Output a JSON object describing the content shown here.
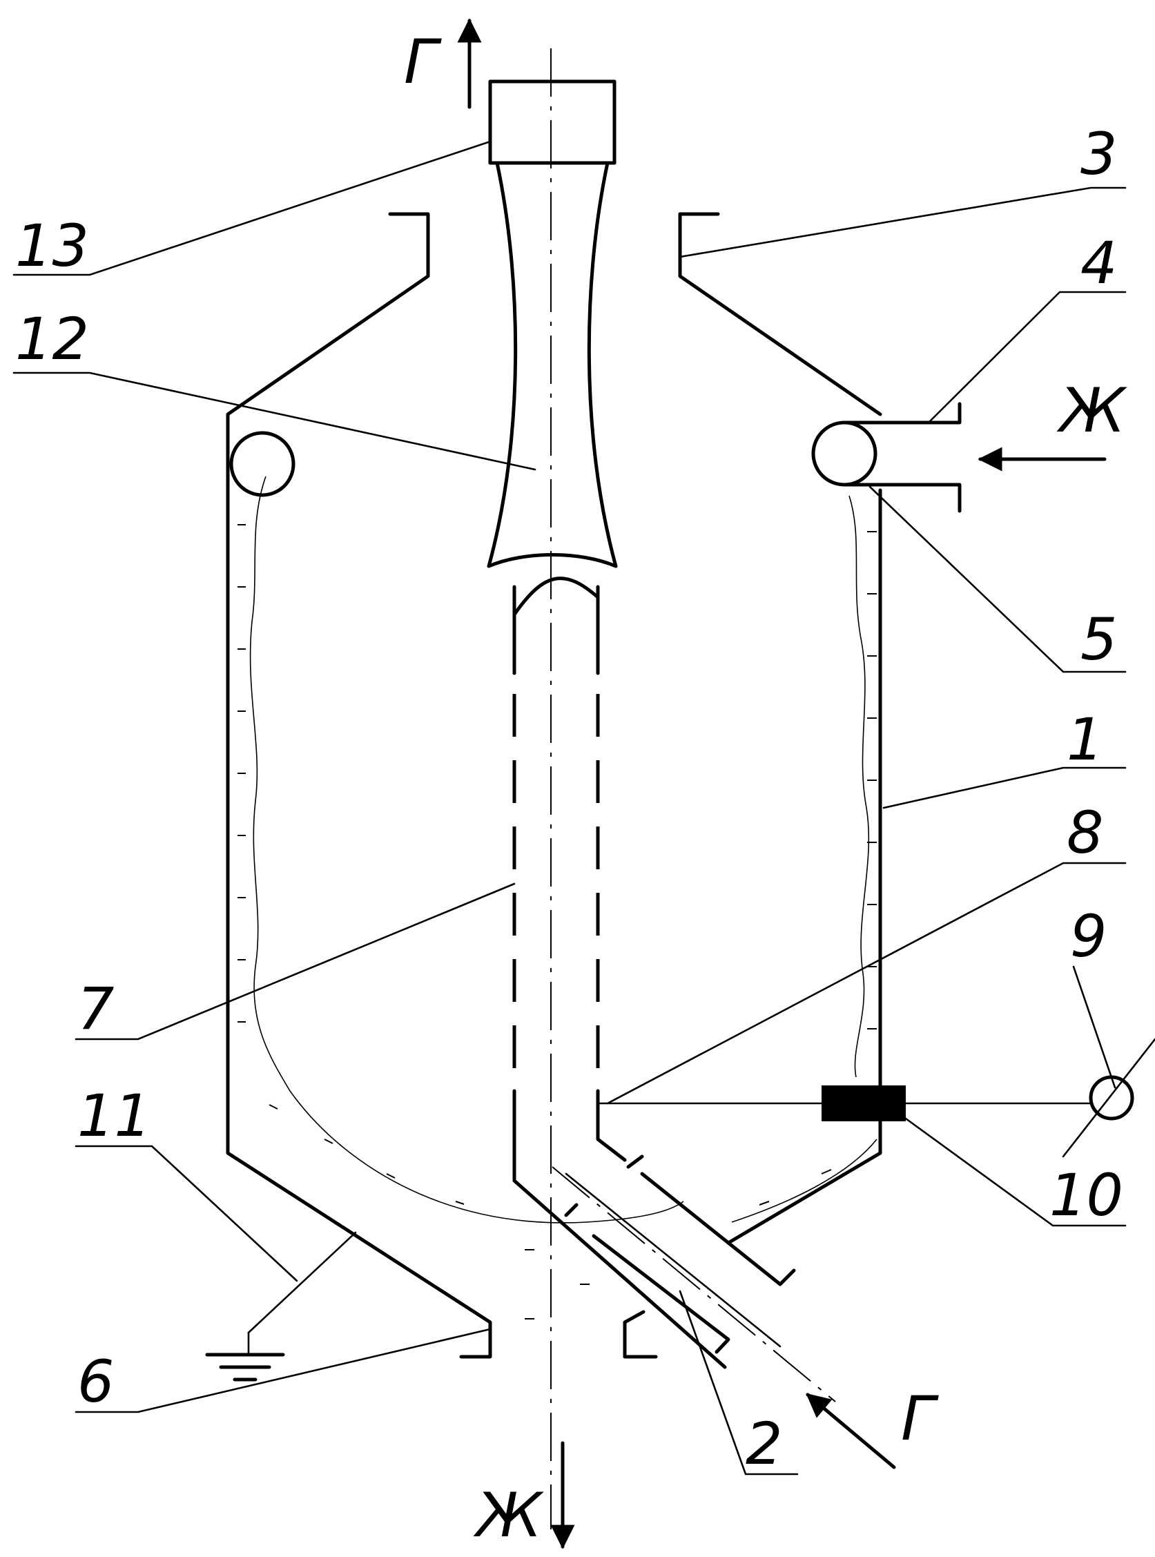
{
  "labels": {
    "n1": "1",
    "n2": "2",
    "n3": "3",
    "n4": "4",
    "n5": "5",
    "n6": "6",
    "n7": "7",
    "n8": "8",
    "n9": "9",
    "n10": "10",
    "n11": "11",
    "n12": "12",
    "n13": "13"
  },
  "flows": {
    "gas_out": "Г",
    "liquid_in": "Ж",
    "gas_in": "Г",
    "liquid_out": "Ж"
  }
}
